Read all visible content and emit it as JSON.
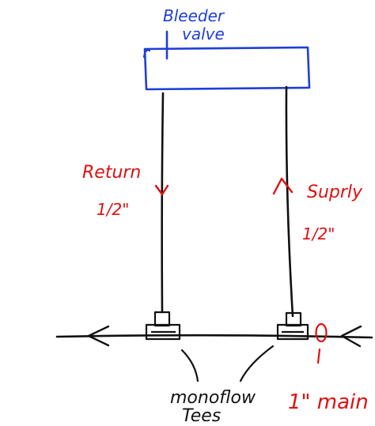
{
  "labels": {
    "bleeder_line1": "Bleeder",
    "bleeder_line2": "valve",
    "return_word": "Return",
    "return_size": "1/2\"",
    "supply_word": "Suprly",
    "supply_size": "1/2\"",
    "tees_line1": "monoflow",
    "tees_line2": "Tees",
    "main_label": "1\" main"
  },
  "colors": {
    "radiator": "#1e3fd6",
    "annotation": "#e01010",
    "pipe": "#111111"
  }
}
